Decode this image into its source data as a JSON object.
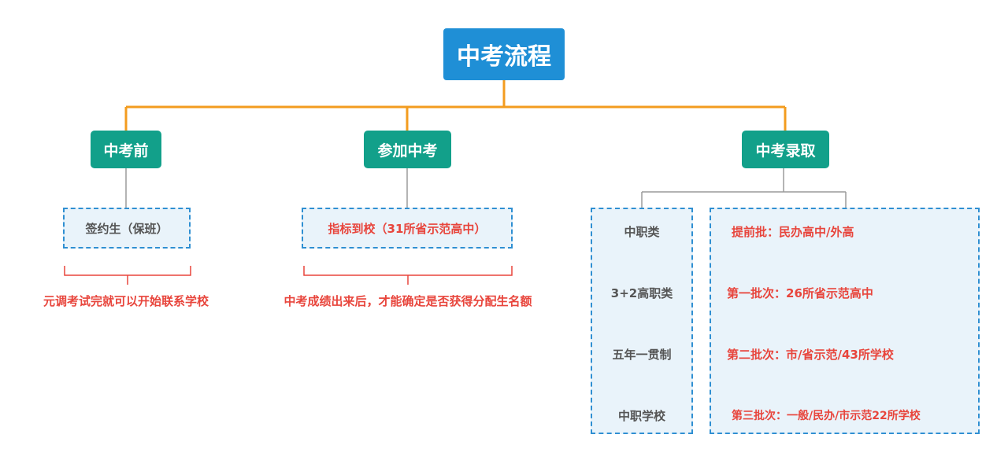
{
  "root": {
    "title": "中考流程"
  },
  "stages": [
    {
      "title": "中考前",
      "item": "签约生（保班）",
      "note": "元调考试完就可以开始联系学校"
    },
    {
      "title": "参加中考",
      "item": "指标到校（31所省示范高中）",
      "note": "中考成绩出来后，才能确定是否获得分配生名额"
    },
    {
      "title": "中考录取",
      "vocational": [
        "中职类",
        "3+2高职类",
        "五年一贯制",
        "中职学校"
      ],
      "batches": [
        "提前批：民办高中/外高",
        "第一批次：26所省示范高中",
        "第二批次：市/省示范/43所学校",
        "第三批次：一般/民办/市示范22所学校"
      ]
    }
  ],
  "colors": {
    "root": "#1f8fd6",
    "stage": "#12a08a",
    "connector": "#f39c1f",
    "box_border": "#2f8fd2",
    "box_fill": "#e9f3fa",
    "note_text": "#e8453c",
    "bracket": "#e8453c"
  }
}
